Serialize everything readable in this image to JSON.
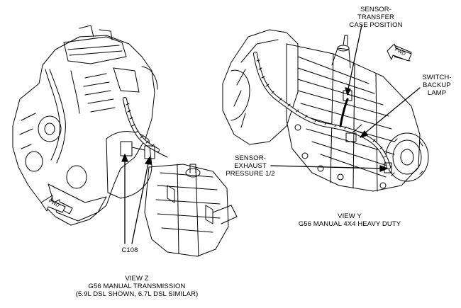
{
  "colors": {
    "ink": "#000000",
    "background": "#ffffff"
  },
  "callouts": {
    "sensor_transfer": {
      "lines": [
        "SENSOR-",
        "TRANSFER",
        "CASE POSITION"
      ]
    },
    "switch_backup": {
      "lines": [
        "SWITCH-",
        "BACKUP",
        "LAMP"
      ]
    },
    "sensor_exhaust": {
      "lines": [
        "SENSOR-",
        "EXHAUST",
        "PRESSURE 1/2"
      ]
    },
    "c108": {
      "lines": [
        "C108"
      ]
    }
  },
  "captions": {
    "view_y": {
      "lines": [
        "VIEW Y",
        "G56 MANUAL 4X4 HEAVY DUTY"
      ]
    },
    "view_z": {
      "lines": [
        "VIEW Z",
        "G56 MANUAL TRANSMISSION",
        "(5.9L DSL SHOWN, 6.7L DSL SIMILAR)"
      ]
    }
  },
  "arrows": {
    "left_label": "FWD",
    "right_label": "FWD"
  }
}
